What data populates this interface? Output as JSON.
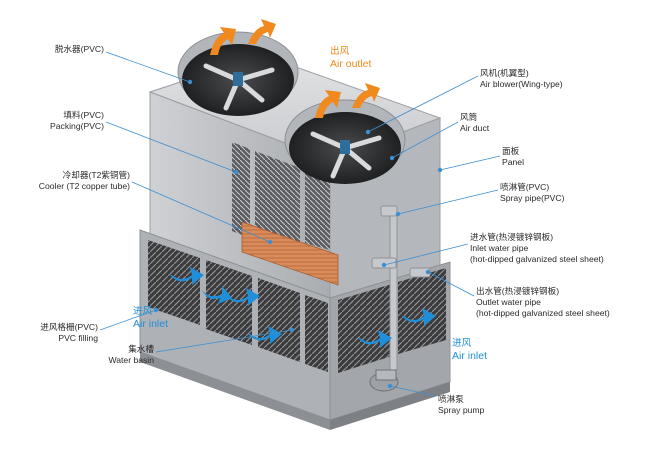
{
  "labels": {
    "eliminator": {
      "zh": "脱水器(PVC)",
      "en": ""
    },
    "packing": {
      "zh": "填料(PVC)",
      "en": "Packing(PVC)"
    },
    "cooler": {
      "zh": "冷却器(T2紫铜管)",
      "en": "Cooler (T2 copper tube)"
    },
    "pvc_filling": {
      "zh": "进风格栅(PVC)",
      "en": "PVC filling"
    },
    "water_basin": {
      "zh": "集水槽",
      "en": "Water basin"
    },
    "air_outlet": {
      "zh": "出风",
      "en": "Air outlet"
    },
    "air_blower": {
      "zh": "风机(机翼型)",
      "en": "Air blower(Wing-type)"
    },
    "air_duct": {
      "zh": "风筒",
      "en": "Air duct"
    },
    "panel": {
      "zh": "面板",
      "en": "Panel"
    },
    "spray_pipe": {
      "zh": "喷淋管(PVC)",
      "en": "Spray pipe(PVC)"
    },
    "inlet_pipe": {
      "zh": "进水管(热浸镀锌钢板)",
      "en1": "Inlet water pipe",
      "en2": "(hot-dipped galvanized steel sheet)"
    },
    "outlet_pipe": {
      "zh": "出水管(热浸镀锌钢板)",
      "en1": "Outlet water pipe",
      "en2": "(hot-dipped galvanized steel sheet)"
    },
    "air_inlet_left": {
      "zh": "进风",
      "en": "Air inlet"
    },
    "air_inlet_right": {
      "zh": "进风",
      "en": "Air inlet"
    },
    "spray_pump": {
      "zh": "喷淋泵",
      "en": "Spray pump"
    }
  },
  "colors": {
    "airflow_out": "#f08a1e",
    "airflow_in": "#1e8fd8",
    "leader_line": "#3d8fd1",
    "casing": "#b9bcc1",
    "copper_coil": "#d98b5a"
  }
}
